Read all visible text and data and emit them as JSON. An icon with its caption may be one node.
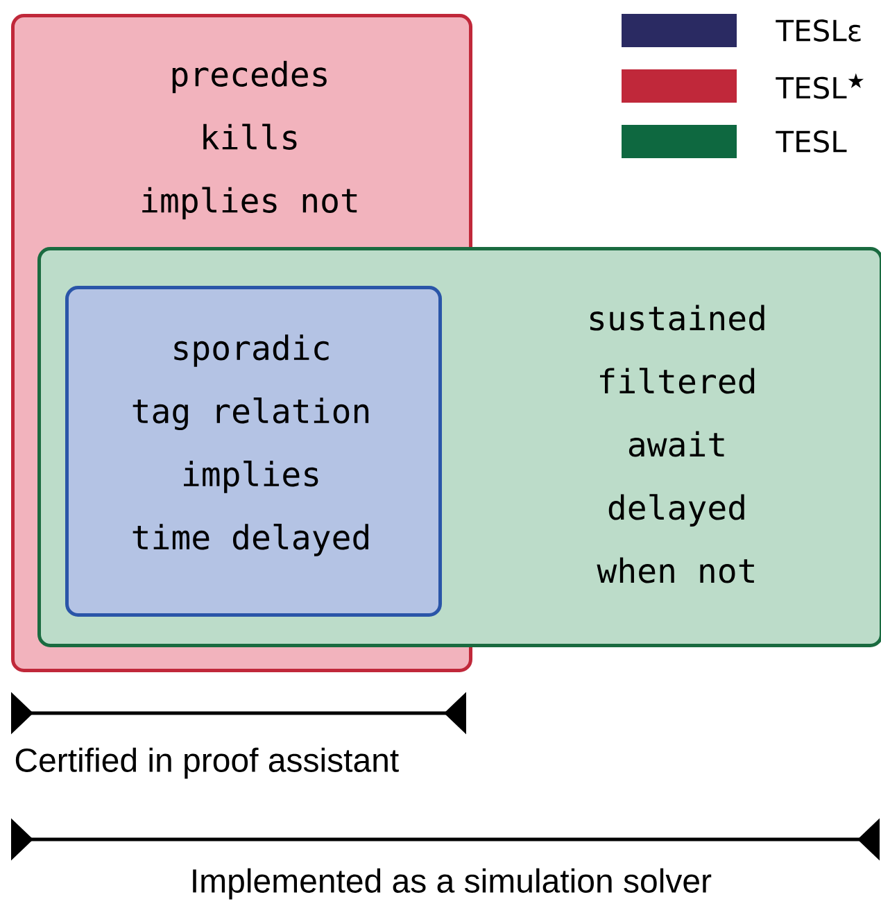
{
  "diagram": {
    "nodes": [
      {
        "text": [
          "precedes",
          "kills",
          "implies not"
        ]
      },
      {
        "text": [
          "sustained",
          "filtered",
          "await",
          "delayed",
          "when not"
        ]
      },
      {
        "text": [
          "sporadic",
          "tag relation",
          "implies",
          "time delayed"
        ]
      }
    ],
    "labels": [
      "Certified in proof assistant",
      "Implemented as a simulation solver"
    ],
    "legend": [
      {
        "text": "TESLε",
        "color": "#2a2a62"
      },
      {
        "text": "TESL$^{★}$",
        "color": "#c0283a"
      },
      {
        "text": "TESL",
        "color": "#0e6840"
      }
    ]
  }
}
